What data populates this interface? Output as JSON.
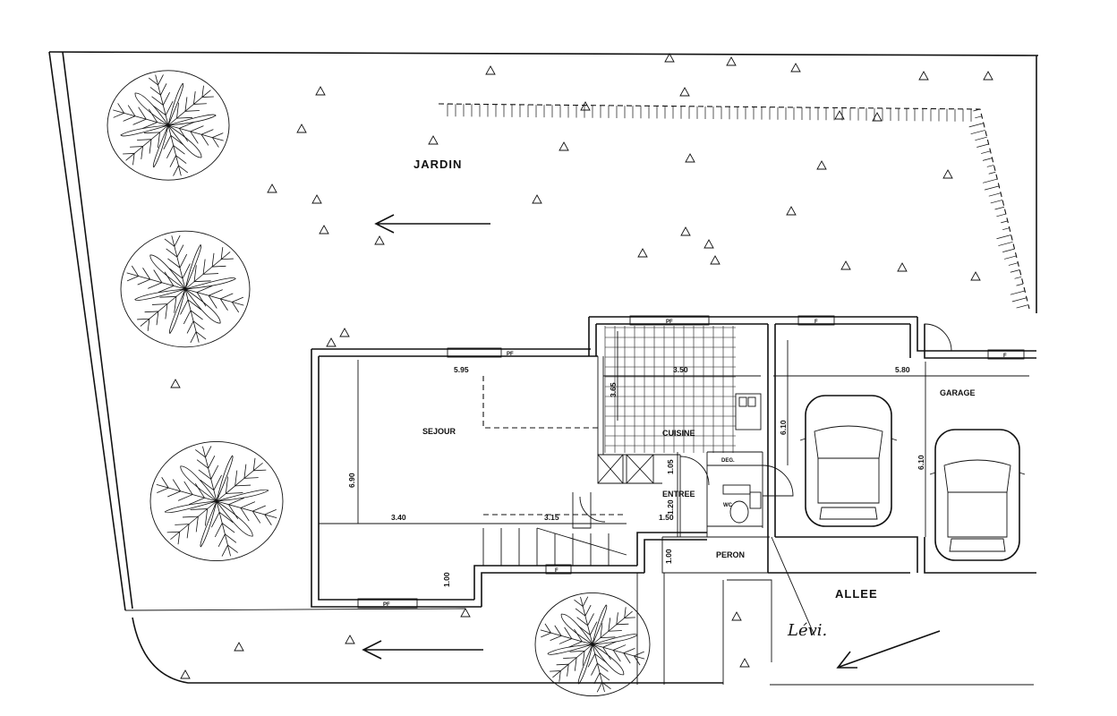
{
  "labels": {
    "jardin": "JARDIN",
    "allee": "ALLEE",
    "sejour": "SEJOUR",
    "cuisine": "CUISINE",
    "entree": "ENTREE",
    "deg": "DEG.",
    "wc": "WC",
    "garage": "GARAGE",
    "peron": "PERON",
    "signature": "Lévi."
  },
  "window_marks": {
    "pf": "PF",
    "f": "F"
  },
  "dimensions": {
    "sejour_width": "5.95",
    "cuisine_width": "3.50",
    "cuisine_depth": "3.65",
    "sejour_depth": "6.90",
    "sejour_lower": "3.40",
    "stair_width": "3.15",
    "garage_width": "5.80",
    "garage_depth_left": "6.10",
    "garage_depth_right": "6.10",
    "entree_upper": "1.05",
    "entree_mid": "1.20",
    "entree_low": "1.50",
    "peron_depth": "1.00",
    "sejour_step": "1.00"
  },
  "colors": {
    "ink": "#111111",
    "paper": "#ffffff"
  }
}
